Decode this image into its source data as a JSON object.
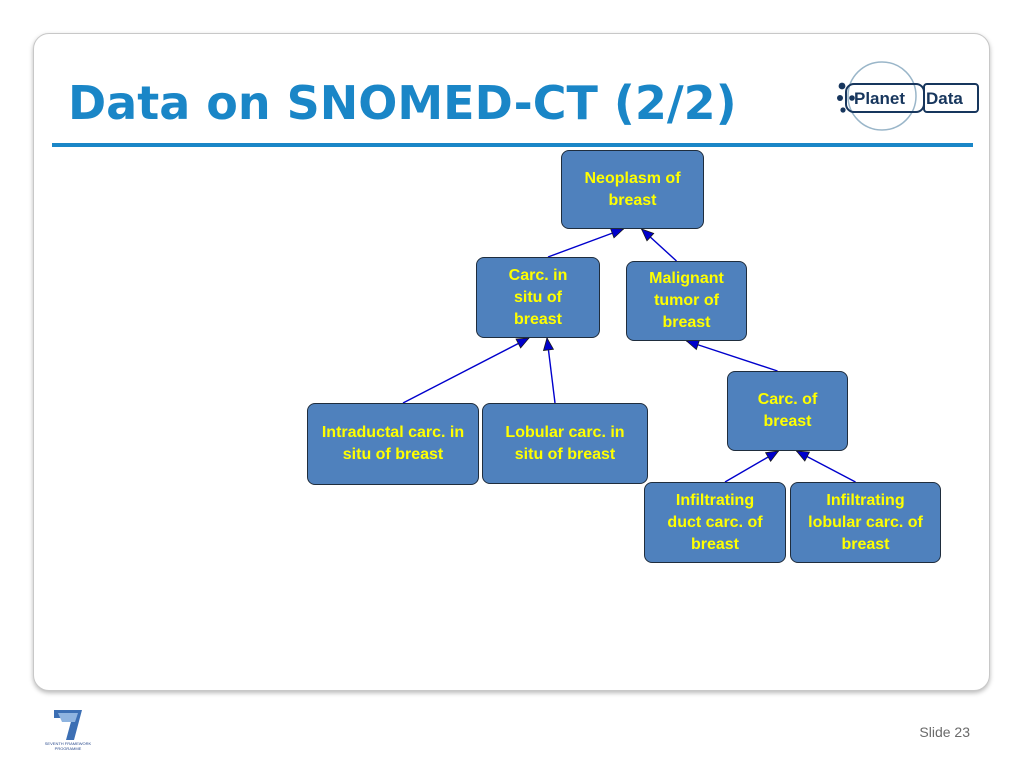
{
  "slide": {
    "title": "Data on SNOMED-CT (2/2)",
    "footer": {
      "slide_number": "Slide 23",
      "program_logo_text": "SEVENTH FRAMEWORK\nPROGRAMME"
    }
  },
  "logo": {
    "word_1": "Planet",
    "word_2": "Data",
    "icon": "planet-orbit-icon",
    "color": "#17365d"
  },
  "colors": {
    "title": "#1a86c7",
    "node_fill": "#4f81bd",
    "node_text": "#ffff00",
    "edge": "#0000cc"
  },
  "diagram": {
    "nodes": {
      "neoplasm": "Neoplasm of breast",
      "carc_in_situ": "Carc. in situ of breast",
      "malignant": "Malignant tumor of breast",
      "intraductal": "Intraductal carc. in situ of breast",
      "lobular_in_situ": "Lobular carc. in situ of breast",
      "carc_of_breast": "Carc. of breast",
      "infiltrating_duct": "Infiltrating duct carc. of breast",
      "infiltrating_lobular": "Infiltrating lobular carc. of breast"
    },
    "edges": [
      {
        "from": "carc_in_situ",
        "to": "neoplasm"
      },
      {
        "from": "malignant",
        "to": "neoplasm"
      },
      {
        "from": "intraductal",
        "to": "carc_in_situ"
      },
      {
        "from": "lobular_in_situ",
        "to": "carc_in_situ"
      },
      {
        "from": "carc_of_breast",
        "to": "malignant"
      },
      {
        "from": "infiltrating_duct",
        "to": "carc_of_breast"
      },
      {
        "from": "infiltrating_lobular",
        "to": "carc_of_breast"
      }
    ]
  }
}
